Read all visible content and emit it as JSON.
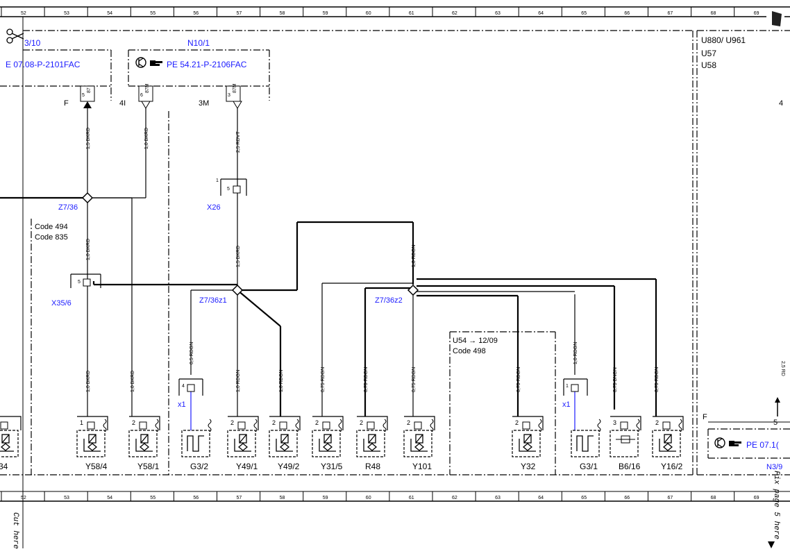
{
  "ruler": {
    "labels": [
      "52",
      "53",
      "54",
      "55",
      "56",
      "57",
      "58",
      "59",
      "60",
      "61",
      "62",
      "63",
      "64",
      "65",
      "66",
      "67",
      "68",
      "69"
    ]
  },
  "modules": {
    "left_partial_title": "3/10",
    "left_partial_ref": "E 07.08-P-2101FAC",
    "n10_title": "N10/1",
    "n10_ref": "PE 54.21-P-2106FAC",
    "right_codes": [
      "U880/ U961",
      "U57",
      "U58"
    ],
    "right_ref": "PE 07.1(",
    "right_bottom": "N3/9"
  },
  "pins": {
    "f_label": "F",
    "f_num": "5",
    "f_term": "87",
    "i4_label": "4I",
    "i4_num": "6",
    "i4_term": "87M",
    "m3_label": "3M",
    "m3_num": "3",
    "m3_term": "87M",
    "right_f": "F",
    "right_5": "5",
    "right_4": "4"
  },
  "wires": {
    "w1": "1,5 BKRD",
    "w2": "1,0 BKRD",
    "w3": "2,5 RDVT",
    "w4": "1,0 BKRD",
    "w5": "1,5 BKRD",
    "w6": "1,0 RDGN",
    "w7": "0,5 RDGN",
    "w8": "1,0 BKRD",
    "w9": "1,0 BKRD",
    "w10": "1,0 RDGN",
    "w11": "1,0 RDGN",
    "w12": "0,75 RDGN",
    "w13": "0,75 RDGN",
    "w14": "0,75 RDGN",
    "w15": "0,75 RDGN",
    "w16": "1,0 RDGN",
    "w17": "0,75 BNGN",
    "w18": "0,75 RDGN",
    "w19": "2,5 RD"
  },
  "splices": {
    "z736": "Z7/36",
    "z736z1": "Z7/36z1",
    "z736z2": "Z7/36z2"
  },
  "connectors": {
    "x26": "X26",
    "x26_pin1": "1",
    "x26_pin5": "5",
    "x356": "X35/6",
    "x356_pin": "5",
    "x1a": "x1",
    "x1a_pin": "4",
    "x1b": "x1",
    "x1b_pin": "1"
  },
  "codes": {
    "code494": "Code 494",
    "code835": "Code 835",
    "u54": "U54 → 12/09",
    "code498": "Code 498"
  },
  "components": [
    {
      "label": "34",
      "pin": ""
    },
    {
      "label": "Y58/4",
      "pin": "1"
    },
    {
      "label": "Y58/1",
      "pin": "2"
    },
    {
      "label": "G3/2",
      "pin": ""
    },
    {
      "label": "Y49/1",
      "pin": "2"
    },
    {
      "label": "Y49/2",
      "pin": "2"
    },
    {
      "label": "Y31/5",
      "pin": "2"
    },
    {
      "label": "R48",
      "pin": "2"
    },
    {
      "label": "Y101",
      "pin": "2"
    },
    {
      "label": "Y32",
      "pin": "2"
    },
    {
      "label": "G3/1",
      "pin": ""
    },
    {
      "label": "B6/16",
      "pin": "3"
    },
    {
      "label": "Y16/2",
      "pin": "2"
    }
  ],
  "margin": {
    "cut_here": "Cut here",
    "fix_page": "Fix page 5 here"
  }
}
